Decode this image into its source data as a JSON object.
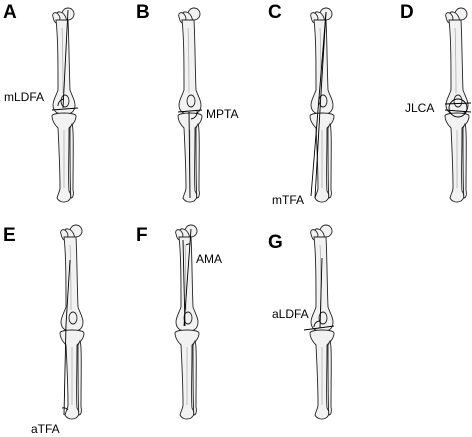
{
  "panels": [
    {
      "id": "A",
      "letter": "A",
      "label": "mLDFA"
    },
    {
      "id": "B",
      "letter": "B",
      "label": "MPTA"
    },
    {
      "id": "C",
      "letter": "C",
      "label": "mTFA"
    },
    {
      "id": "D",
      "letter": "D",
      "label": "JLCA"
    },
    {
      "id": "E",
      "letter": "E",
      "label": "aTFA"
    },
    {
      "id": "F",
      "letter": "F",
      "label": "AMA"
    },
    {
      "id": "G",
      "letter": "G",
      "label": "aLDFA"
    }
  ]
}
